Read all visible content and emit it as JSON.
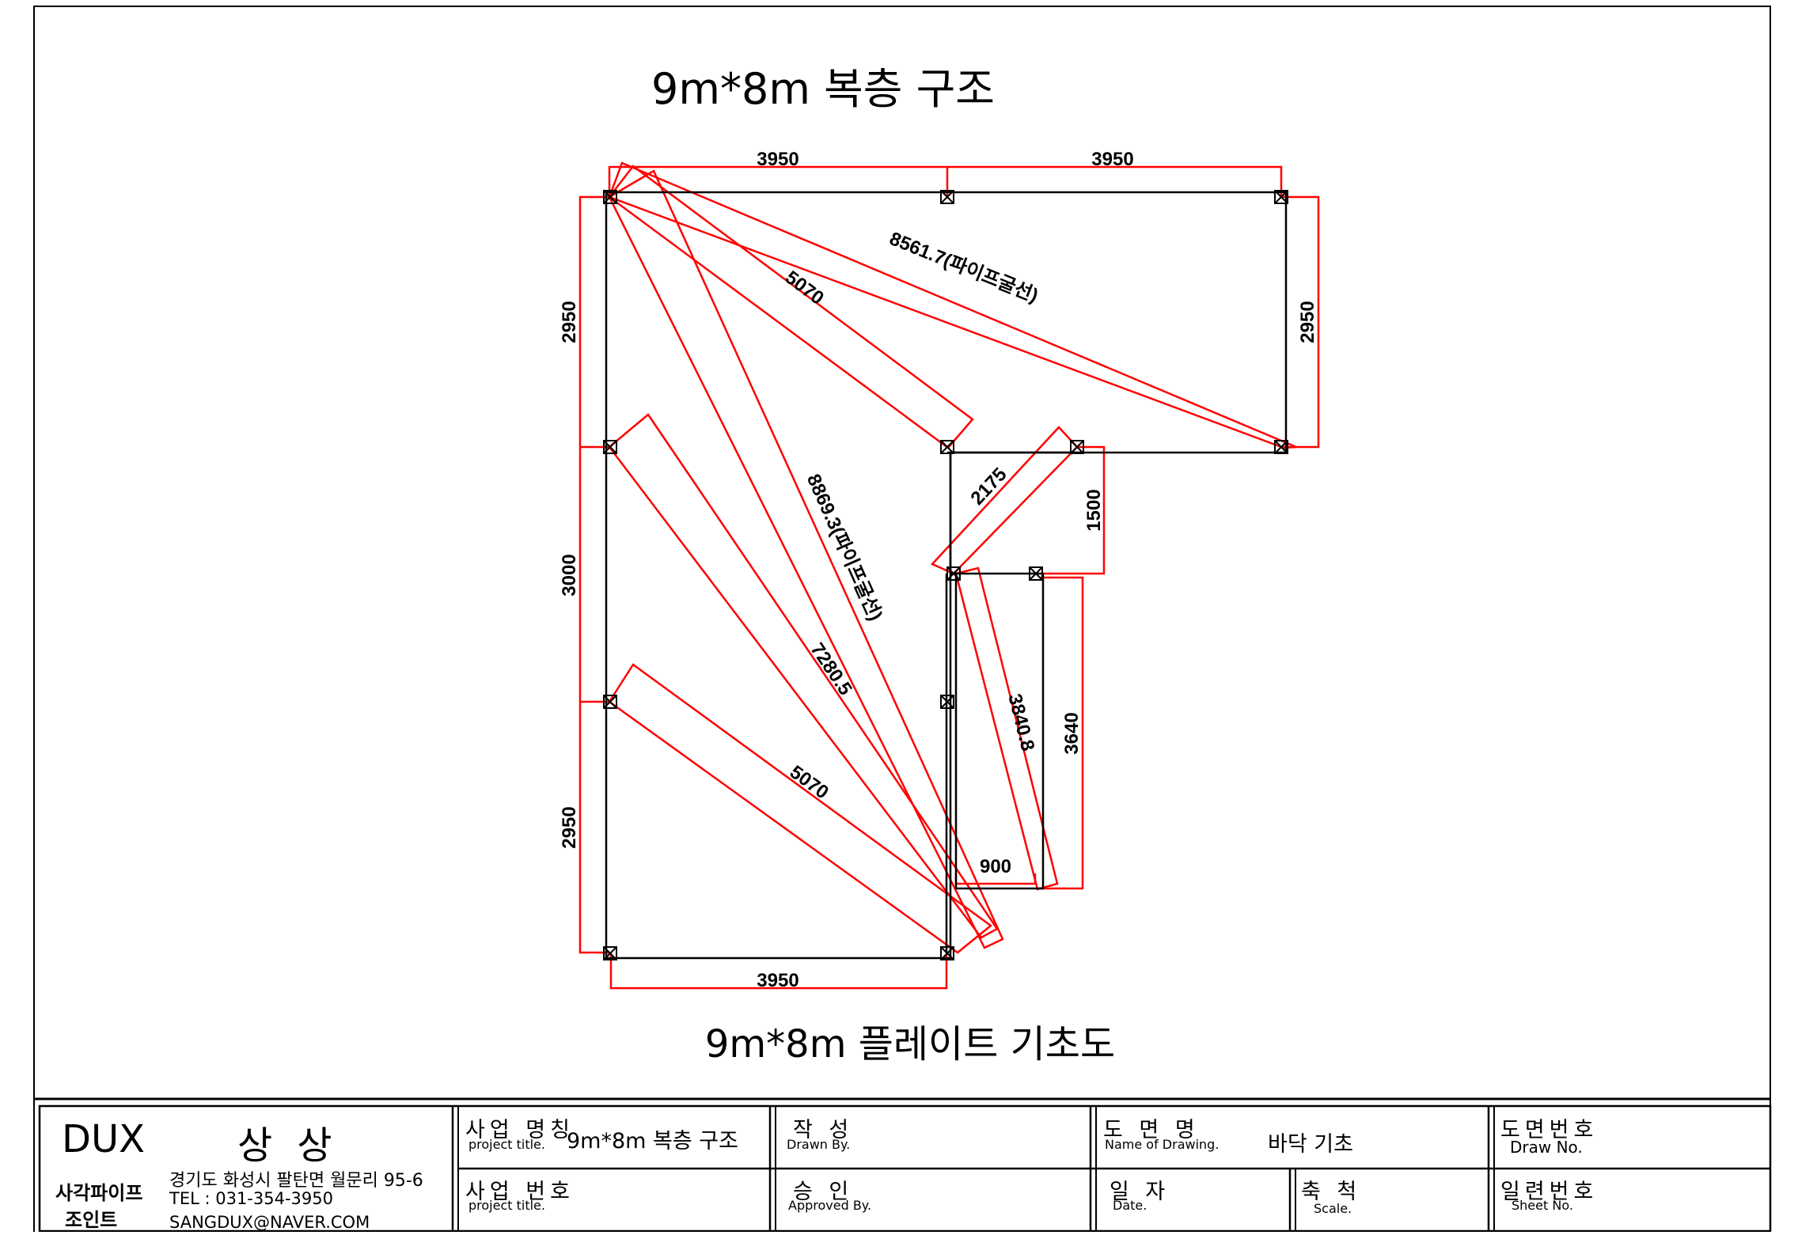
{
  "drawing": {
    "top_title": "9m*8m  복층 구조",
    "bottom_title": "9m*8m  플레이트 기초도",
    "dimensions": {
      "top_left": "3950",
      "top_right": "3950",
      "bottom": "3950",
      "left_top": "2950",
      "left_middle": "3000",
      "left_bottom": "2950",
      "right": "2950",
      "diag_short_upper": "5070",
      "diag_long_upper": "8561.7(파이프굴선)",
      "diag_long_center": "8869.3(파이프굴선)",
      "diag_mid": "7280.5",
      "diag_short_lower": "5070",
      "notch_diag": "2175",
      "notch_height": "1500",
      "inner_diag": "3840.8",
      "inner_height": "3640",
      "inner_width": "900"
    },
    "colors": {
      "frame": "#000000",
      "dimension": "#ff0000"
    }
  },
  "title_block": {
    "company": "DUX",
    "company_sub": "상  상",
    "product_line1": "사각파이프",
    "product_line2": "조인트",
    "address": "경기도 화성시 팔탄면 월문리 95-6",
    "tel": "TEL : 031-354-3950",
    "email": "SANGDUX@NAVER.COM",
    "project_name_label": "사업 명칭",
    "project_name_sub": "project title.",
    "project_name_value": "9m*8m  복층 구조",
    "project_no_label": "사업 번호",
    "project_no_sub": "project title.",
    "drawn_label": "작   성",
    "drawn_sub": "Drawn By.",
    "approved_label": "승   인",
    "approved_sub": "Approved By.",
    "drawing_name_label": "도  면  명",
    "drawing_name_sub": "Name of Drawing.",
    "drawing_name_value": "바닥 기초",
    "date_label": "일  자",
    "date_sub": "Date.",
    "scale_label": "축  척",
    "scale_sub": "Scale.",
    "drawing_no_label": "도면번호",
    "drawing_no_sub": "Draw No.",
    "sheet_no_label": "일련번호",
    "sheet_no_sub": "Sheet No."
  }
}
